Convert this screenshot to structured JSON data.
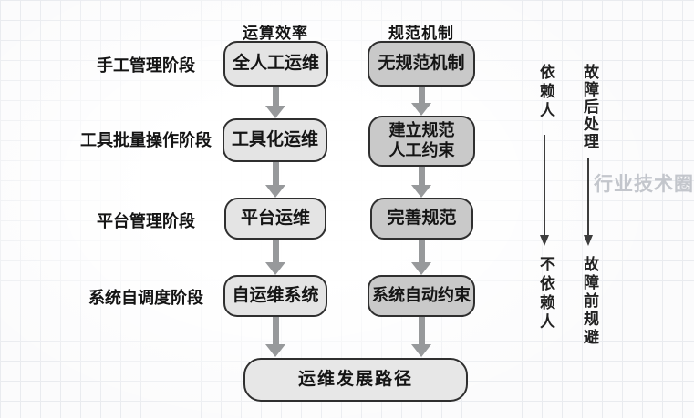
{
  "diagram": {
    "columns": {
      "efficiency_header": "运算效率",
      "mechanism_header": "规范机制"
    },
    "stages": [
      {
        "label": "手工管理阶段",
        "efficiency": "全人工运维",
        "mechanism": "无规范机制"
      },
      {
        "label": "工具批量操作阶段",
        "efficiency": "工具化运维",
        "mechanism": "建立规范\n人工约束"
      },
      {
        "label": "平台管理阶段",
        "efficiency": "平台运维",
        "mechanism": "完善规范"
      },
      {
        "label": "系统自调度阶段",
        "efficiency": "自运维系统",
        "mechanism": "系统自动约束"
      }
    ],
    "result": {
      "label": "运维发展路径"
    },
    "annotations": [
      {
        "start": "依赖人",
        "end": "不依赖人"
      },
      {
        "start": "故障后处理",
        "end": "故障前规避"
      }
    ],
    "watermark": "行业技术圈",
    "colors": {
      "efficiency_box": "#e4e4e4",
      "mechanism_box": "#c9c9c9",
      "result_box": "#e7e7e7",
      "arrow": "#97999b",
      "border": "#2f2f2f",
      "watermark_text": "#c3c6cc"
    }
  }
}
